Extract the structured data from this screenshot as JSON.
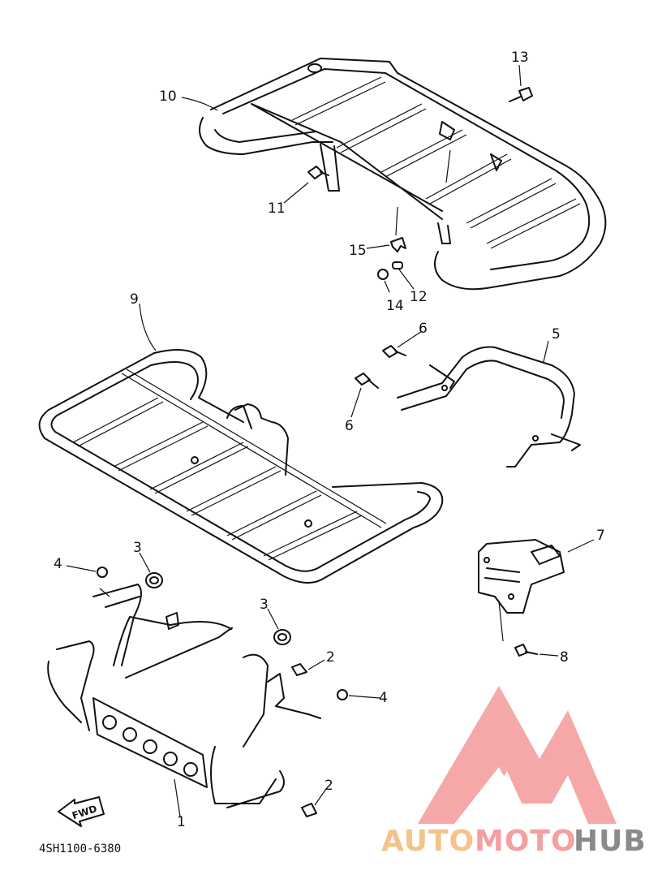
{
  "callouts": {
    "c1": "1",
    "c2a": "2",
    "c2b": "2",
    "c3a": "3",
    "c3b": "3",
    "c4a": "4",
    "c4b": "4",
    "c5": "5",
    "c6a": "6",
    "c6b": "6",
    "c7": "7",
    "c8": "8",
    "c9": "9",
    "c10": "10",
    "c11": "11",
    "c12": "12",
    "c13": "13",
    "c14": "14",
    "c15": "15"
  },
  "fwd_label": "FWD",
  "diagram_code": "4SH1100-6380",
  "watermark": {
    "auto": "AUTO",
    "moto": "MOTO",
    "hub": "HUB",
    "colors": {
      "auto": "#f5c38a",
      "moto": "#f4a0a0",
      "hub": "#8a8a8a",
      "logo": "#f59a9a"
    }
  }
}
